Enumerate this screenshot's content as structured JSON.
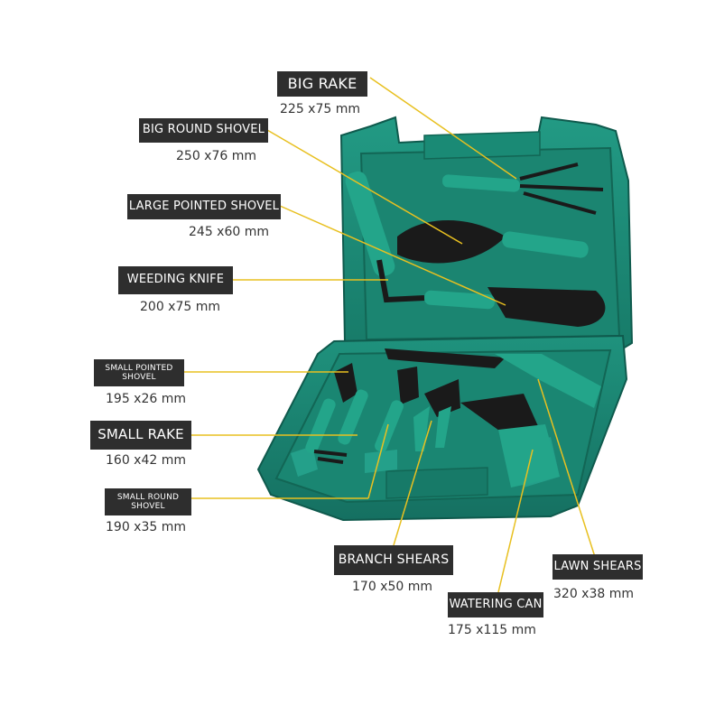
{
  "colors": {
    "case_green": "#1e8f7b",
    "case_dark": "#146a5c",
    "label_bg": "#2e2e2e",
    "leader_line": "#e8c020",
    "tool_black": "#1a1a1a",
    "handle_green": "#23a58a"
  },
  "callouts": [
    {
      "name": "BIG RAKE",
      "size": "225 x75 mm"
    },
    {
      "name": "BIG ROUND SHOVEL",
      "size": "250 x76 mm"
    },
    {
      "name": "LARGE POINTED SHOVEL",
      "size": "245 x60 mm"
    },
    {
      "name": "WEEDING KNIFE",
      "size": "200 x75 mm"
    },
    {
      "name": "SMALL POINTED SHOVEL",
      "size": "195 x26 mm"
    },
    {
      "name": "SMALL RAKE",
      "size": "160 x42 mm"
    },
    {
      "name": "SMALL ROUND SHOVEL",
      "size": "190 x35 mm"
    },
    {
      "name": "BRANCH SHEARS",
      "size": "170 x50 mm"
    },
    {
      "name": "WATERING CAN",
      "size": "175 x115 mm"
    },
    {
      "name": "LAWN SHEARS",
      "size": "320 x38 mm"
    }
  ]
}
